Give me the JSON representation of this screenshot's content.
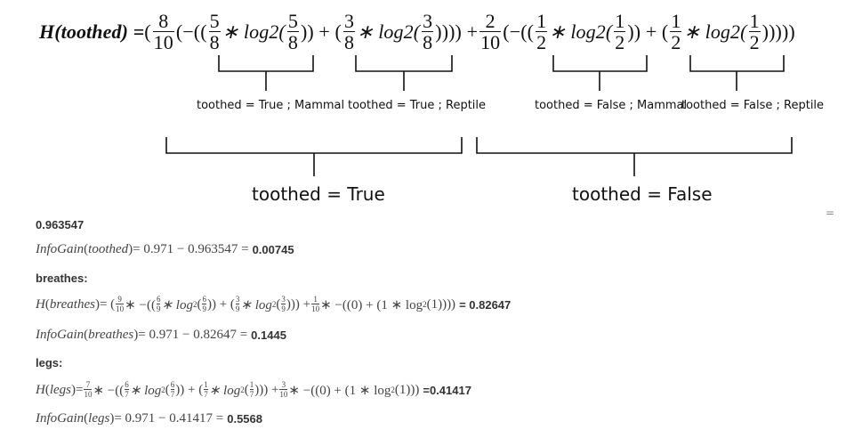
{
  "figure": {
    "lhs": "H(toothed) = ",
    "open_paren": "(",
    "t1_num": "8",
    "t1_den": "10",
    "t1_open": "(−((",
    "a_num": "5",
    "a_den": "8",
    "a_mid": " ∗ log2(",
    "a_close": ")) + (",
    "b_num": "3",
    "b_den": "8",
    "b_mid": " ∗ log2(",
    "b_close": ")))) + ",
    "t2_num": "2",
    "t2_den": "10",
    "t2_open": "(−((",
    "c_num": "1",
    "c_den": "2",
    "c_mid": " ∗ log2(",
    "c_close": ")) + (",
    "d_num": "1",
    "d_den": "2",
    "d_mid": " ∗ log2(",
    "d_close": ")))))",
    "labels": {
      "true_mammal": "toothed = True ; Mammal",
      "true_reptile": "toothed = True ; Reptile",
      "false_mammal": "toothed = False ; Mammal",
      "false_reptile": "toothed = False ; Reptile",
      "true_group": "toothed = True",
      "false_group": "toothed = False"
    },
    "side_mark": "="
  },
  "calc": {
    "h_toothed_value": "0.963547",
    "ig_toothed": {
      "lhs": "InfoGain",
      "arg": "toothed",
      "expr": " = 0.971 − 0.963547 = ",
      "result": "0.00745"
    },
    "breathes_heading": "breathes:",
    "h_breathes": {
      "lhs": "H",
      "arg": "breathes",
      "p1": " = (",
      "f1n": "9",
      "f1d": "10",
      "p2": " ∗ −((",
      "f2n": "6",
      "f2d": "9",
      "p3": " ∗ log",
      "sub": "2",
      "p4": "(",
      "f3n": "6",
      "f3d": "9",
      "p5": ")) + (",
      "f4n": "3",
      "f4d": "9",
      "p6": " ∗ log",
      "p7": "(",
      "f5n": "3",
      "f5d": "9",
      "p8": "))) + ",
      "f6n": "1",
      "f6d": "10",
      "p9": " ∗ −((0) + (1 ∗ log",
      "p10": "(1)))) ",
      "result": "= 0.82647"
    },
    "ig_breathes": {
      "lhs": "InfoGain",
      "arg": "breathes",
      "expr": " = 0.971 − 0.82647 = ",
      "result": "0.1445"
    },
    "legs_heading": "legs:",
    "h_legs": {
      "lhs": "H",
      "arg": "legs",
      "p1": " = ",
      "f1n": "7",
      "f1d": "10",
      "p2": " ∗ −((",
      "f2n": "6",
      "f2d": "7",
      "p3": " ∗ log",
      "sub": "2",
      "p4": "(",
      "f3n": "6",
      "f3d": "7",
      "p5": ")) + (",
      "f4n": "1",
      "f4d": "7",
      "p6": " ∗ log",
      "p7": "(",
      "f5n": "1",
      "f5d": "7",
      "p8": "))) + ",
      "f6n": "3",
      "f6d": "10",
      "p9": " ∗ −((0) + (1 ∗ log",
      "p10": "(1))) ",
      "result": "=0.41417"
    },
    "ig_legs": {
      "lhs": "InfoGain",
      "arg": "legs",
      "expr": " = 0.971 − 0.41417 = ",
      "result": "0.5568"
    }
  }
}
